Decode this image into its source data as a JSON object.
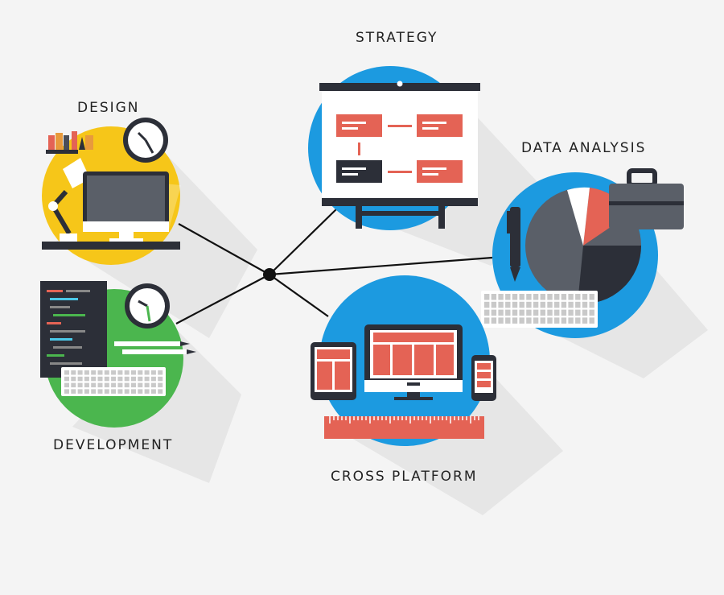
{
  "labels": {
    "strategy": "STRATEGY",
    "design": "DESIGN",
    "data_analysis": "DATA ANALYSIS",
    "development": "DEVELOPMENT",
    "cross_platform": "CROSS PLATFORM"
  },
  "colors": {
    "background": "#f4f4f4",
    "yellow": "#f6c619",
    "blue": "#1c9ae0",
    "green": "#4bb64e",
    "coral": "#e46355",
    "dark": "#2c2f38",
    "gray": "#5a5f68",
    "white": "#ffffff",
    "connector": "#111111"
  },
  "icons": {
    "design": [
      "books-icon",
      "clock-icon",
      "desk-lamp-icon",
      "monitor-icon",
      "shelf-icon"
    ],
    "strategy": [
      "whiteboard-icon",
      "flowchart-icon"
    ],
    "data_analysis": [
      "pie-chart-icon",
      "briefcase-icon",
      "pen-icon",
      "keyboard-icon"
    ],
    "development": [
      "code-editor-icon",
      "clock-icon",
      "pencil-icon",
      "keyboard-icon"
    ],
    "cross_platform": [
      "tablet-icon",
      "desktop-icon",
      "phone-icon",
      "ruler-icon"
    ]
  }
}
